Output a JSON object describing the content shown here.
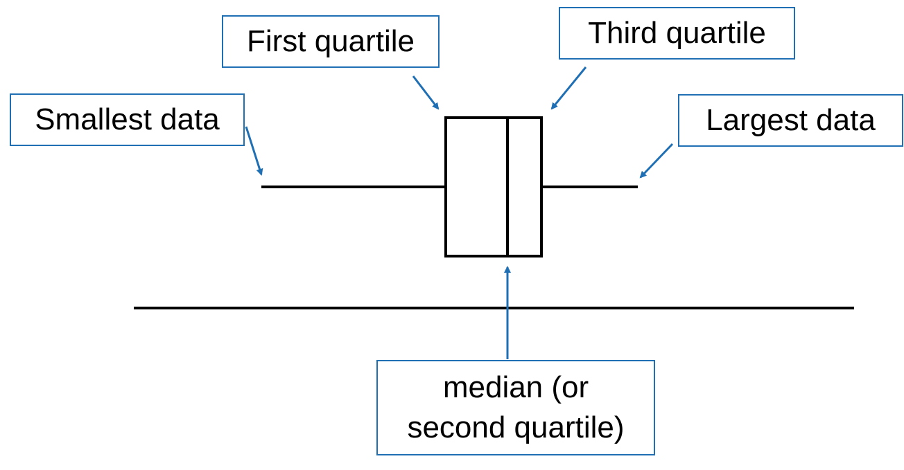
{
  "labels": {
    "first_quartile": "First quartile",
    "third_quartile": "Third quartile",
    "smallest": "Smallest data",
    "largest": "Largest data",
    "median_line1": "median (or",
    "median_line2": "second quartile)"
  },
  "colors": {
    "accent": "#1f6fb5",
    "line": "#000000",
    "background": "#ffffff"
  }
}
